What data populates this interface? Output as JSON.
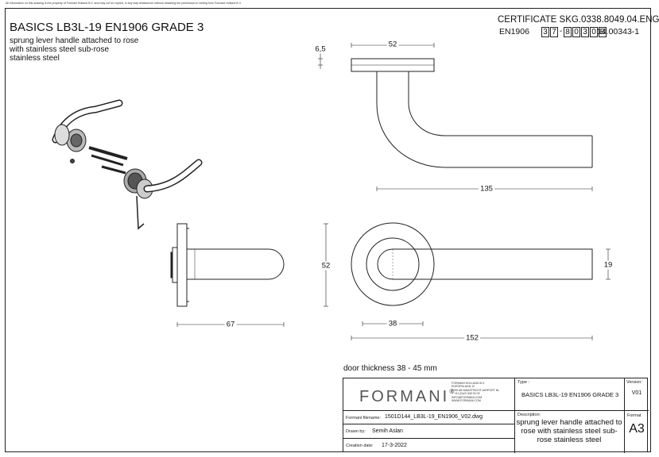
{
  "notice": "All information on this drawing is the property of Formani Holland B.V. and may not be copied, in any way whatsoever without obtaining the permission in writing from Formani Holland B.V.",
  "header": {
    "title": "BASICS LB3L-19 EN1906 GRADE 3",
    "description_lines": [
      "sprung lever handle attached to rose",
      "with stainless steel sub-rose",
      "stainless steel"
    ],
    "certificate": "CERTIFICATE SKG.0338.8049.04.ENG",
    "en_label": "EN1906",
    "code_chars": [
      "3",
      "7",
      "-",
      "8",
      "0",
      "3",
      "0",
      "B"
    ],
    "code_suffix": "14.00343-1"
  },
  "dimensions": {
    "rose_thickness": "6,5",
    "rose_diameter_top": "52",
    "lever_length": "135",
    "side_height": "52",
    "side_depth": "67",
    "lever_thickness": "19",
    "rose_offset": "38",
    "total_length": "152"
  },
  "door_thickness": "door thickness 38 - 45 mm",
  "title_block": {
    "logo": "FORMANI",
    "logo_mark": "®",
    "address_lines": [
      "FORMANI HOLLAND B.V.",
      "EUROPALAAN 12",
      "6199 AB MAASTRICHT-AIRPORT NL",
      "T +31 (0)43 308 00 00",
      "INFO@FORMANI.COM",
      "WWW.FORMANI.COM"
    ],
    "type_label": "Type :",
    "type_value": "BASICS LB3L-19 EN1906 GRADE 3",
    "version_label": "Version:",
    "version_value": "V01",
    "filename_label": "Formani filename:",
    "filename_value": "1501D144_LB3L-19_EN1906_V02.dwg",
    "drawn_label": "Drawn by:",
    "drawn_value": "Semih Aslan",
    "date_label": "Creation date:",
    "date_value": "17-3-2022",
    "description_label": "Description:",
    "description_value": "sprung lever handle attached to rose with stainless steel sub-rose stainless steel",
    "format_label": "Format",
    "format_value": "A3"
  }
}
